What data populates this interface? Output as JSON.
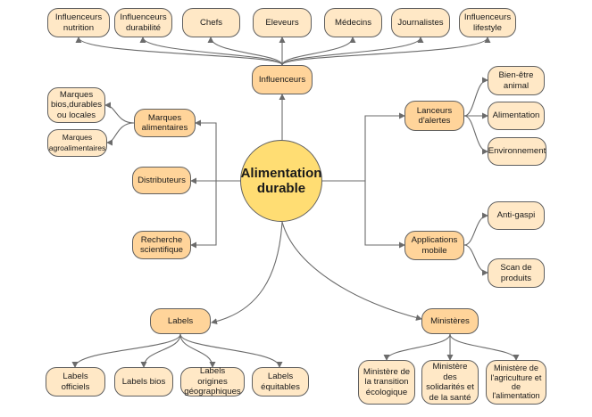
{
  "center": "Alimentation\ndurable",
  "nodes": {
    "influenceurs": "Influenceurs",
    "inf_nutrition": "Influenceurs\nnutrition",
    "inf_durabilite": "Influenceurs\ndurabilité",
    "chefs": "Chefs",
    "eleveurs": "Eleveurs",
    "medecins": "Médecins",
    "journalistes": "Journalistes",
    "inf_lifestyle": "Influenceurs\nlifestyle",
    "marques_alimentaires": "Marques\nalimentaires",
    "marques_bios": "Marques\nbios,durables\nou locales",
    "marques_agro": "Marques\nagroalimentaires",
    "distributeurs": "Distributeurs",
    "recherche": "Recherche\nscientifique",
    "lanceurs": "Lanceurs\nd'alertes",
    "bien_etre": "Bien-être\nanimal",
    "alimentation": "Alimentation",
    "environnement": "Environnement",
    "applications": "Applications\nmobile",
    "anti_gaspi": "Anti-gaspi",
    "scan": "Scan de\nproduits",
    "labels": "Labels",
    "labels_officiels": "Labels officiels",
    "labels_bios": "Labels bios",
    "labels_geo": "Labels origines\ngéographiques",
    "labels_equitables": "Labels\néquitables",
    "ministeres": "Ministères",
    "min_transition": "Ministère de\nla transition\nécologique",
    "min_solidarites": "Ministère des\nsolidarités et\nde la santé",
    "min_agriculture": "Ministère de\nl'agriculture et\nde\nl'alimentation"
  }
}
